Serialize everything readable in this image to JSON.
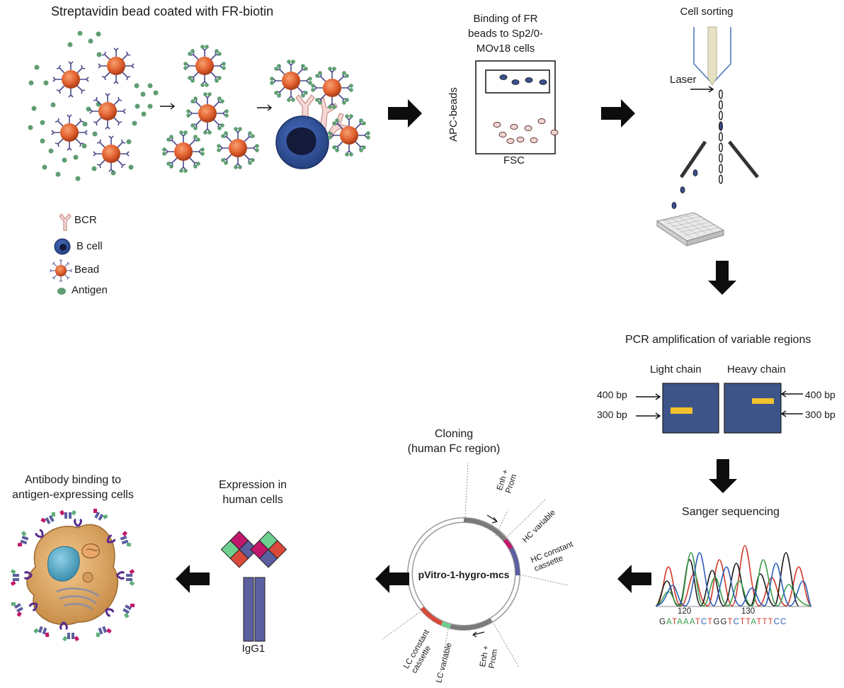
{
  "title_beads": "Streptavidin bead coated with FR-biotin",
  "legend": {
    "bcr": "BCR",
    "bcell": "B cell",
    "bead": "Bead",
    "antigen": "Antigen"
  },
  "binding": {
    "title_l1": "Binding of FR",
    "title_l2": "beads to Sp2/0-",
    "title_l3": "MOv18 cells",
    "ylabel": "APC-beads",
    "xlabel": "FSC"
  },
  "sorting": {
    "title": "Cell sorting",
    "laser": "Laser"
  },
  "pcr": {
    "title": "PCR amplification of variable regions",
    "light": "Light chain",
    "heavy": "Heavy chain",
    "bp400_left": "400 bp",
    "bp300_left": "300 bp",
    "bp400_right": "400 bp",
    "bp300_right": "300 bp"
  },
  "sanger": {
    "title": "Sanger sequencing",
    "tick1": "120",
    "tick2": "130",
    "sequence": "GATAAATCTGGTCTTATTTCC"
  },
  "cloning": {
    "title_l1": "Cloning",
    "title_l2": "(human Fc region)",
    "plasmid": "pVitro-1-hygro-mcs",
    "enh_top_l1": "Enh +",
    "enh_top_l2": "Prom",
    "hc_variable": "HC variable",
    "hc_constant_l1": "HC constant",
    "hc_constant_l2": "cassette",
    "lc_constant_l1": "LC constant",
    "lc_constant_l2": "cassette",
    "lc_variable": "LC variable",
    "enh_bot_l1": "Enh +",
    "enh_bot_l2": "Prom"
  },
  "expression": {
    "title_l1": "Expression in",
    "title_l2": "human cells",
    "igg": "IgG1"
  },
  "binding_final": {
    "title_l1": "Antibody binding to",
    "title_l2": "antigen-expressing cells"
  },
  "colors": {
    "bead": "#e2612f",
    "antigen": "#5f9e72",
    "bcell": "#2f4f9a",
    "gel": "#3d5489",
    "band": "#f2c12e",
    "plasmid_hc": "#c0186a",
    "plasmid_lc": "#d94a3a"
  }
}
